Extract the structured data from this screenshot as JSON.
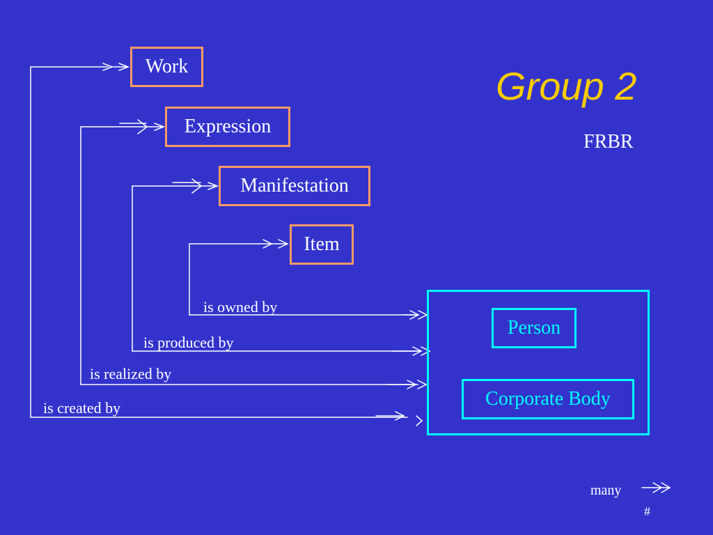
{
  "slide": {
    "title": "Group 2",
    "subtitle": "FRBR",
    "page_number": "#"
  },
  "entities": {
    "work": "Work",
    "expression": "Expression",
    "manifestation": "Manifestation",
    "item": "Item"
  },
  "group2": {
    "person": "Person",
    "corporate_body": "Corporate Body"
  },
  "relationships": {
    "owned": "is owned by",
    "produced": "is produced by",
    "realized": "is realized by",
    "created": "is created by"
  },
  "legend": {
    "label": "many"
  },
  "colors": {
    "background": "#3333cc",
    "title": "#ffcc00",
    "group1_border": "#ff9966",
    "group2_border": "#00ffff",
    "text": "#ffffff"
  }
}
